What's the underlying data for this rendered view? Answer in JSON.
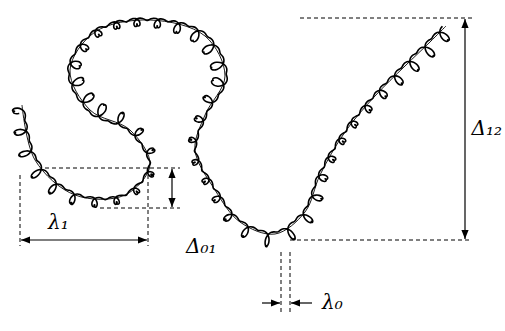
{
  "diagram": {
    "labels": [
      "Δ₁₂",
      "λ₁",
      "Δ₀₁",
      "λ₀"
    ]
  }
}
